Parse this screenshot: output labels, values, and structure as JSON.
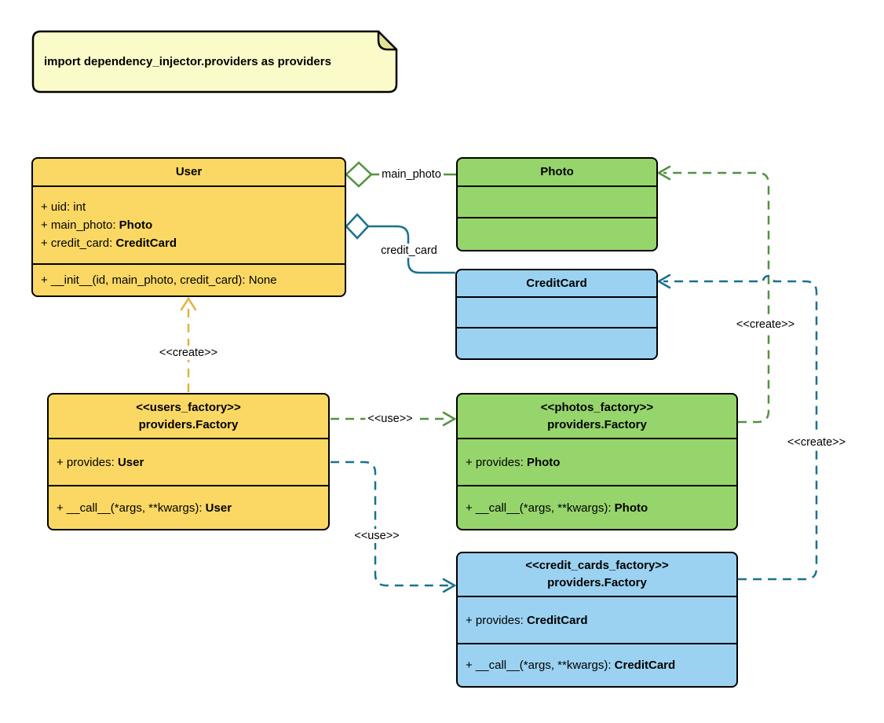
{
  "diagram_title": "UML class diagram — dependency_injector Factory providers",
  "colors": {
    "yellow_fill": "#FBD863",
    "green_fill": "#96D56B",
    "blue_fill": "#9BD2F1",
    "note_fill": "#FBFBC9",
    "note_fold": "#E2E296",
    "yellow_line": "#E5B13D",
    "green_line": "#52923F",
    "blue_line": "#1A7190",
    "outline": "#000000",
    "background": "#FFFFFF"
  },
  "note": {
    "text": "import dependency_injector.providers as providers"
  },
  "classes": {
    "user": {
      "title": "User",
      "attributes": [
        {
          "text": "+ uid: int",
          "type": ""
        },
        {
          "text": "+ main_photo: ",
          "type": "Photo"
        },
        {
          "text": "+ credit_card: ",
          "type": "CreditCard"
        }
      ],
      "methods": [
        {
          "text": "+ __init__(id, main_photo, credit_card): None",
          "type": ""
        }
      ]
    },
    "photo": {
      "title": "Photo",
      "attributes": [],
      "methods": []
    },
    "credit_card": {
      "title": "CreditCard",
      "attributes": [],
      "methods": []
    },
    "users_factory": {
      "stereotype": "<<users_factory>>",
      "title": "providers.Factory",
      "attributes": [
        {
          "text": "+ provides: ",
          "type": "User"
        }
      ],
      "methods": [
        {
          "text": "+ __call__(*args, **kwargs): ",
          "type": "User"
        }
      ]
    },
    "photos_factory": {
      "stereotype": "<<photos_factory>>",
      "title": "providers.Factory",
      "attributes": [
        {
          "text": "+ provides: ",
          "type": "Photo"
        }
      ],
      "methods": [
        {
          "text": "+ __call__(*args, **kwargs): ",
          "type": "Photo"
        }
      ]
    },
    "credit_cards_factory": {
      "stereotype": "<<credit_cards_factory>>",
      "title": "providers.Factory",
      "attributes": [
        {
          "text": "+ provides: ",
          "type": "CreditCard"
        }
      ],
      "methods": [
        {
          "text": "+ __call__(*args, **kwargs): ",
          "type": "CreditCard"
        }
      ]
    }
  },
  "edge_labels": {
    "main_photo": "main_photo",
    "credit_card": "credit_card",
    "create_user": "<<create>>",
    "create_photo": "<<create>>",
    "create_credit_card": "<<create>>",
    "use_photos": "<<use>>",
    "use_credit_cards": "<<use>>"
  }
}
